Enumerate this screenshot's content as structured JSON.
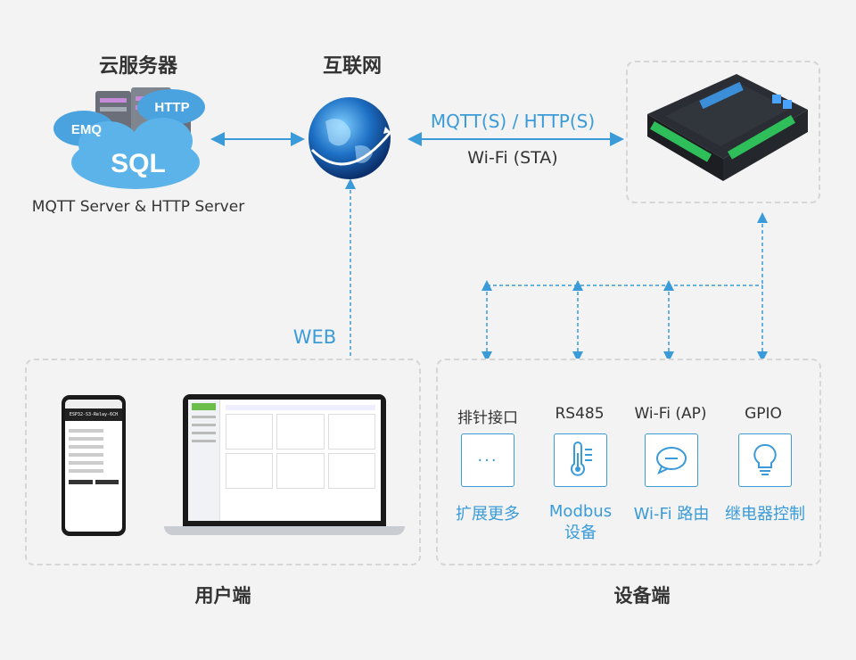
{
  "cloud": {
    "title": "云服务器",
    "caption": "MQTT Server & HTTP Server",
    "sql": "SQL",
    "emq": "EMQ",
    "http": "HTTP"
  },
  "internet": {
    "title": "互联网"
  },
  "link": {
    "protocol": "MQTT(S) / HTTP(S)",
    "wifi": "Wi-Fi (STA)"
  },
  "web": {
    "label": "WEB"
  },
  "device_panel": {
    "title": "设备端",
    "items": [
      {
        "top": "排针接口",
        "bottom": "扩展更多",
        "icon": "dots-icon"
      },
      {
        "top": "RS485",
        "bottom": "Modbus\n设备",
        "icon": "thermometer-icon"
      },
      {
        "top": "Wi-Fi (AP)",
        "bottom": "Wi-Fi 路由",
        "icon": "chat-bubble-icon"
      },
      {
        "top": "GPIO",
        "bottom": "继电器控制",
        "icon": "lightbulb-icon"
      }
    ]
  },
  "user_panel": {
    "title": "用户端",
    "phone_title": "ESP32-S3-Relay-6CH"
  },
  "colors": {
    "accent": "#3a9bd8",
    "dash": "#d6d6d6",
    "background": "#f3f3f3"
  }
}
